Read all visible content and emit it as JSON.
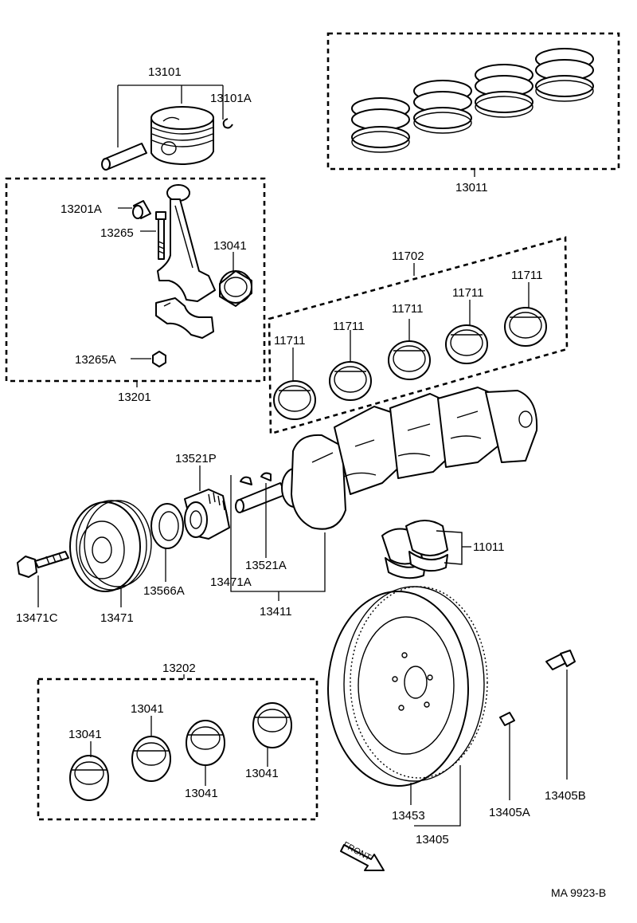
{
  "labels": {
    "p13101": "13101",
    "p13101A": "13101A",
    "p13011": "13011",
    "p13201A": "13201A",
    "p13265": "13265",
    "p13041_rod": "13041",
    "p13265A": "13265A",
    "p13201": "13201",
    "p11702": "11702",
    "p11711_a": "11711",
    "p11711_b": "11711",
    "p11711_c": "11711",
    "p11711_d": "11711",
    "p11711_e": "11711",
    "p13521P": "13521P",
    "p11011": "11011",
    "p13521A": "13521A",
    "p13471A": "13471A",
    "p13411": "13411",
    "p13566A": "13566A",
    "p13471": "13471",
    "p13471C": "13471C",
    "p13202": "13202",
    "p13041_a": "13041",
    "p13041_b": "13041",
    "p13041_c": "13041",
    "p13041_d": "13041",
    "p13453": "13453",
    "p13405": "13405",
    "p13405A": "13405A",
    "p13405B": "13405B",
    "front": "FRONT",
    "ref": "MA 9923-B"
  }
}
